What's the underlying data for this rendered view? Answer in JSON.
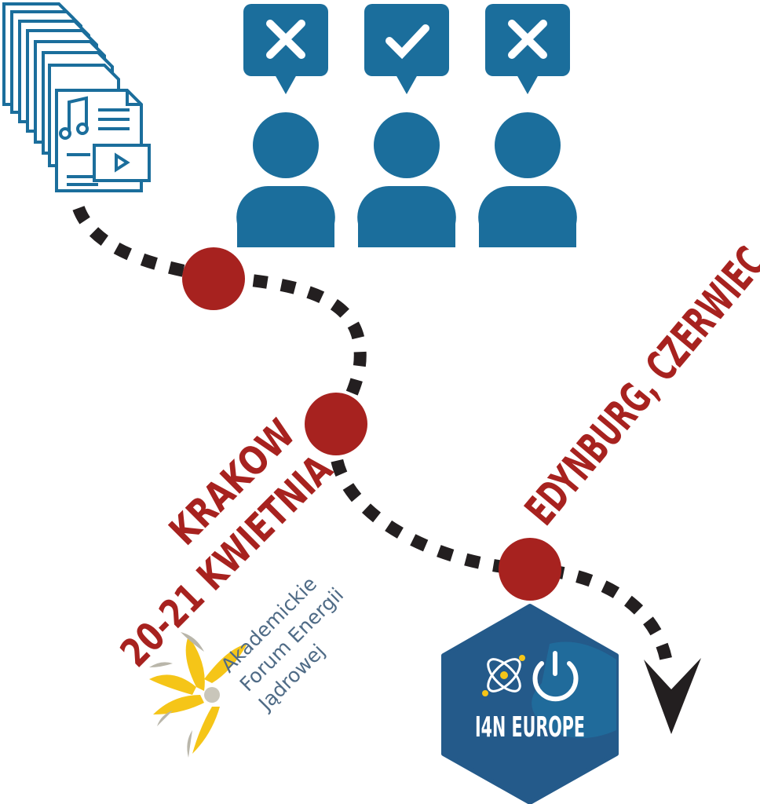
{
  "colors": {
    "blue": "#1b6e9c",
    "red": "#a7221f",
    "dash": "#231f20",
    "hex_blue": "#245a8a",
    "star_yellow": "#f5c518",
    "star_grey": "#b9b6aa"
  },
  "icons": [
    "documents-stack-icon",
    "rejected-person-icon",
    "approved-person-icon",
    "rejected-person-icon"
  ],
  "events": {
    "krakow_city": "KRAKOW",
    "krakow_date": "20-21 KWIETNIA",
    "edinburgh": "EDYNBURG, CZERWIEC"
  },
  "logos": {
    "afej": [
      "Akademickie",
      "Forum Energii",
      "Jądrowej"
    ],
    "i4n": "I4N EUROPE"
  }
}
